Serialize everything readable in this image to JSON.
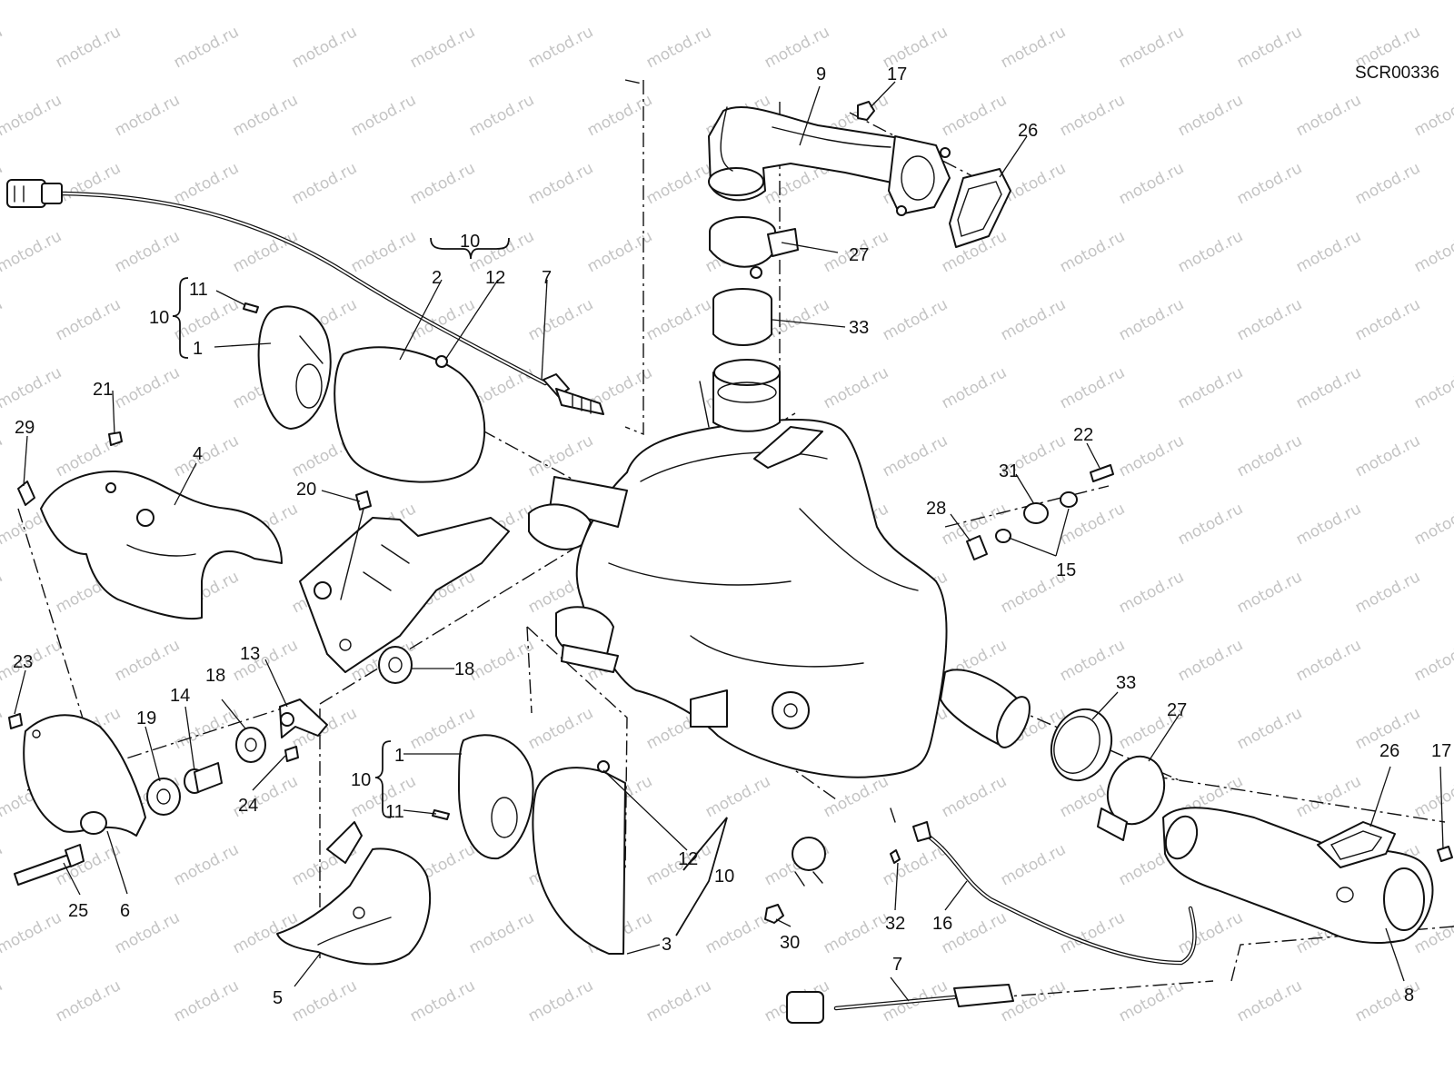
{
  "drawing_code": "SCR00336",
  "watermark_text": "motod.ru",
  "callouts": [
    {
      "id": "c9",
      "label": "9"
    },
    {
      "id": "c17a",
      "label": "17"
    },
    {
      "id": "c26a",
      "label": "26"
    },
    {
      "id": "c27a",
      "label": "27"
    },
    {
      "id": "c33a",
      "label": "33"
    },
    {
      "id": "c10top",
      "label": "10"
    },
    {
      "id": "c2",
      "label": "2"
    },
    {
      "id": "c12a",
      "label": "12"
    },
    {
      "id": "c7a",
      "label": "7"
    },
    {
      "id": "c11a",
      "label": "11"
    },
    {
      "id": "c10a",
      "label": "10"
    },
    {
      "id": "c1a",
      "label": "1"
    },
    {
      "id": "c21",
      "label": "21"
    },
    {
      "id": "c29",
      "label": "29"
    },
    {
      "id": "c4",
      "label": "4"
    },
    {
      "id": "c20",
      "label": "20"
    },
    {
      "id": "c22",
      "label": "22"
    },
    {
      "id": "c31",
      "label": "31"
    },
    {
      "id": "c28",
      "label": "28"
    },
    {
      "id": "c15",
      "label": "15"
    },
    {
      "id": "c23",
      "label": "23"
    },
    {
      "id": "c13",
      "label": "13"
    },
    {
      "id": "c18a",
      "label": "18"
    },
    {
      "id": "c18b",
      "label": "18"
    },
    {
      "id": "c14",
      "label": "14"
    },
    {
      "id": "c19",
      "label": "19"
    },
    {
      "id": "c24",
      "label": "24"
    },
    {
      "id": "c25",
      "label": "25"
    },
    {
      "id": "c6",
      "label": "6"
    },
    {
      "id": "c1b",
      "label": "1"
    },
    {
      "id": "c10b",
      "label": "10"
    },
    {
      "id": "c11b",
      "label": "11"
    },
    {
      "id": "c12b",
      "label": "12"
    },
    {
      "id": "c10c",
      "label": "10"
    },
    {
      "id": "c3",
      "label": "3"
    },
    {
      "id": "c5",
      "label": "5"
    },
    {
      "id": "c30",
      "label": "30"
    },
    {
      "id": "c33b",
      "label": "33"
    },
    {
      "id": "c27b",
      "label": "27"
    },
    {
      "id": "c26b",
      "label": "26"
    },
    {
      "id": "c17b",
      "label": "17"
    },
    {
      "id": "c8",
      "label": "8"
    },
    {
      "id": "c32",
      "label": "32"
    },
    {
      "id": "c16",
      "label": "16"
    },
    {
      "id": "c7b",
      "label": "7"
    }
  ]
}
